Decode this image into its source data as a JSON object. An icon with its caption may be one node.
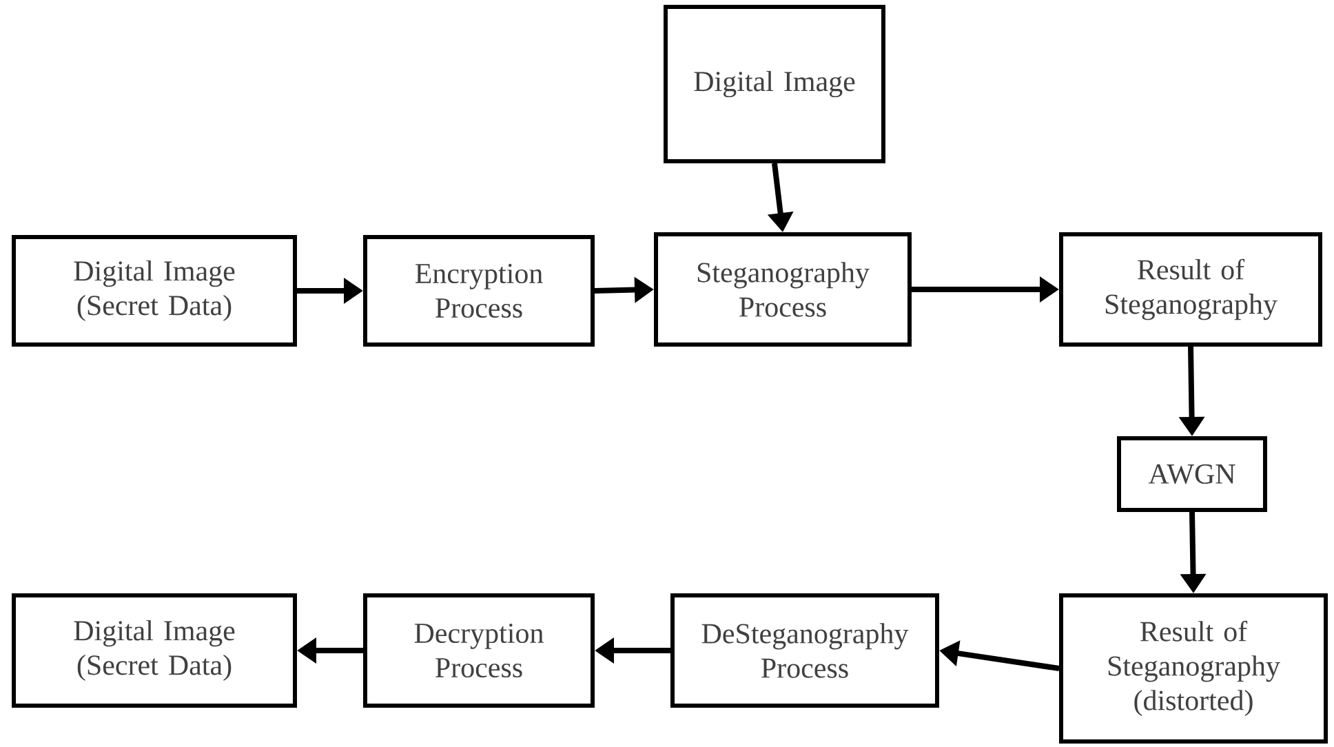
{
  "diagram": {
    "nodes": [
      {
        "text": [
          "Digital Image"
        ]
      },
      {
        "text": [
          "Digital Image (Secret Data)"
        ]
      },
      {
        "text": [
          "Encryption Process"
        ]
      },
      {
        "text": [
          "Steganography Process"
        ]
      },
      {
        "text": [
          "Result of Steganography"
        ]
      },
      {
        "text": [
          "AWGN"
        ]
      },
      {
        "text": [
          "Result of Steganography (distorted)"
        ]
      },
      {
        "text": [
          "DeSteganography Process"
        ]
      },
      {
        "text": [
          "Decryption Process"
        ]
      },
      {
        "text": [
          "Digital Image (Secret Data)"
        ]
      }
    ],
    "edges": [
      {
        "from": 0,
        "to": 3,
        "arrow": "to"
      },
      {
        "from": 1,
        "to": 2,
        "arrow": "to"
      },
      {
        "from": 2,
        "to": 3,
        "arrow": "to"
      },
      {
        "from": 3,
        "to": 4,
        "arrow": "to"
      },
      {
        "from": 4,
        "to": 5,
        "arrow": "to"
      },
      {
        "from": 5,
        "to": 6,
        "arrow": "to"
      },
      {
        "from": 6,
        "to": 7,
        "arrow": "to"
      },
      {
        "from": 7,
        "to": 8,
        "arrow": "to"
      },
      {
        "from": 8,
        "to": 9,
        "arrow": "to"
      }
    ]
  }
}
